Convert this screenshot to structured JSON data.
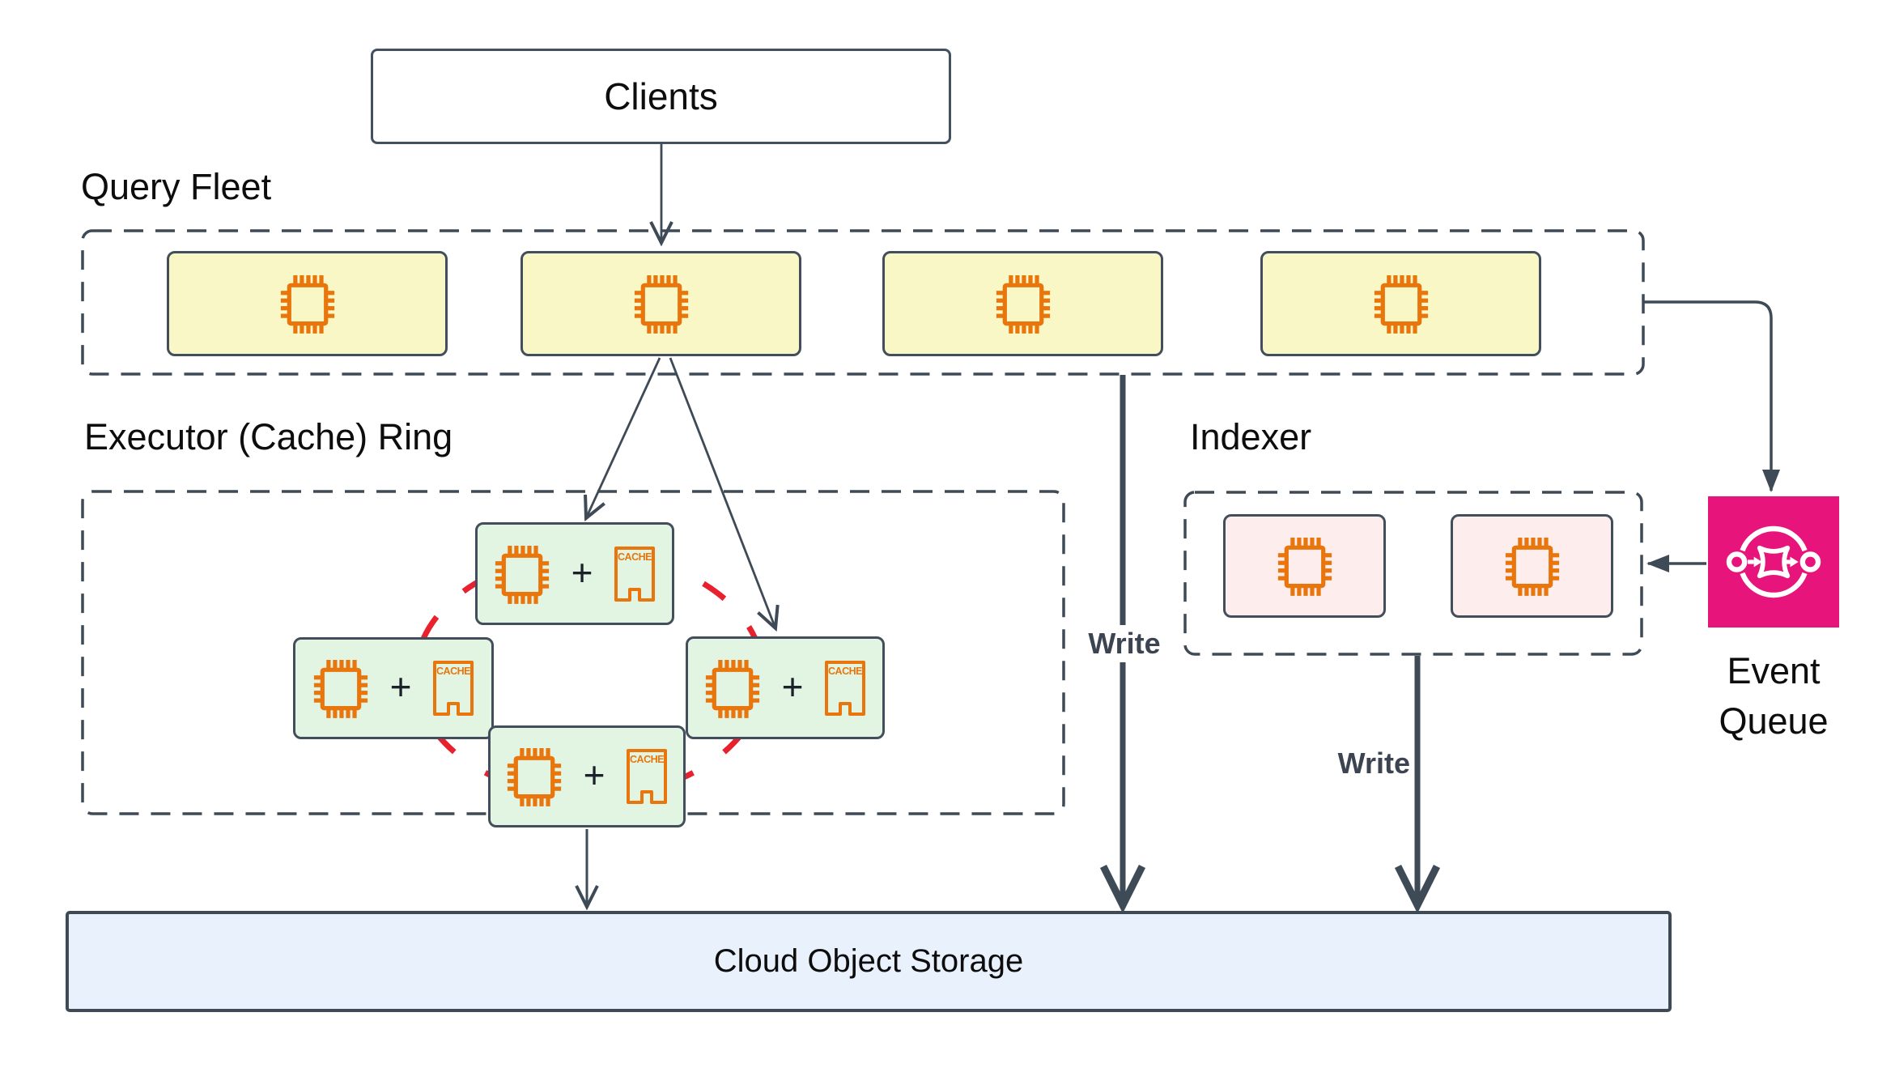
{
  "clients": {
    "label": "Clients"
  },
  "groups": {
    "query_fleet": {
      "label": "Query Fleet",
      "node_count": 4
    },
    "executor_ring": {
      "label": "Executor (Cache) Ring",
      "node_count": 4
    },
    "indexer": {
      "label": "Indexer",
      "node_count": 2
    }
  },
  "event_queue": {
    "label": "Event Queue"
  },
  "storage": {
    "label": "Cloud Object Storage"
  },
  "edges": {
    "query_fleet_write": "Write",
    "indexer_write": "Write"
  },
  "icons": {
    "cache_label": "CACHE",
    "plus": "+"
  },
  "colors": {
    "slate": "#3f4a57",
    "accent_orange": "#e8760d",
    "ring_red": "#e8212e",
    "event_magenta": "#e7157b",
    "yellow_fill": "#f9f7c5",
    "green_fill": "#e2f5e2",
    "pink_fill": "#fdeeed",
    "storage_blue_fill": "#e9f1fc"
  }
}
